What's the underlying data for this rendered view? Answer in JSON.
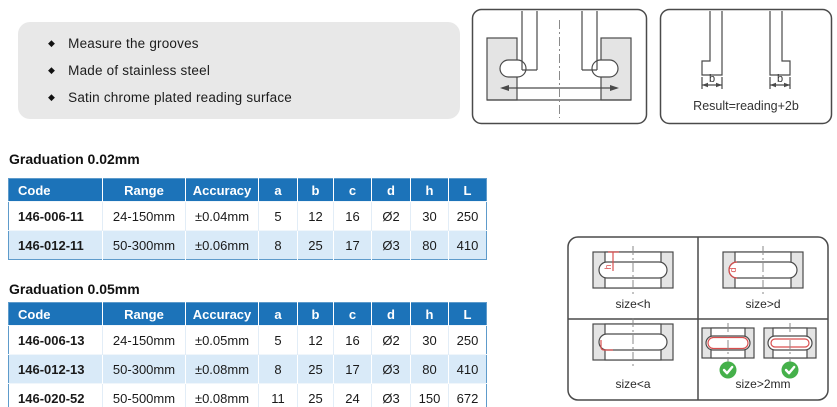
{
  "features": {
    "bullet": "◆",
    "items": [
      "Measure the grooves",
      "Made of stainless steel",
      "Satin chrome plated reading surface"
    ]
  },
  "diagrams": {
    "result": {
      "b_label": "b",
      "formula": "Result=reading+2b"
    }
  },
  "tables": [
    {
      "title": "Graduation 0.02mm",
      "headers": [
        "Code",
        "Range",
        "Accuracy",
        "a",
        "b",
        "c",
        "d",
        "h",
        "L"
      ],
      "rows": [
        [
          "146-006-11",
          "24-150mm",
          "±0.04mm",
          "5",
          "12",
          "16",
          "Ø2",
          "30",
          "250"
        ],
        [
          "146-012-11",
          "50-300mm",
          "±0.06mm",
          "8",
          "25",
          "17",
          "Ø3",
          "80",
          "410"
        ]
      ]
    },
    {
      "title": "Graduation 0.05mm",
      "headers": [
        "Code",
        "Range",
        "Accuracy",
        "a",
        "b",
        "c",
        "d",
        "h",
        "L"
      ],
      "rows": [
        [
          "146-006-13",
          "24-150mm",
          "±0.05mm",
          "5",
          "12",
          "16",
          "Ø2",
          "30",
          "250"
        ],
        [
          "146-012-13",
          "50-300mm",
          "±0.08mm",
          "8",
          "25",
          "17",
          "Ø3",
          "80",
          "410"
        ],
        [
          "146-020-52",
          "50-500mm",
          "±0.08mm",
          "11",
          "25",
          "24",
          "Ø3",
          "150",
          "672"
        ]
      ]
    }
  ],
  "panel": {
    "labels": [
      "size<h",
      "size>d",
      "size<a",
      "size>2mm"
    ],
    "mark_h": "h",
    "mark_d": "d"
  },
  "colors": {
    "header_bg": "#1c73b9",
    "alt_row_bg": "#d9eaf8",
    "accent_green": "#45b04a",
    "dim_red": "#d94f4f",
    "box_gray": "#e8e8e8"
  }
}
